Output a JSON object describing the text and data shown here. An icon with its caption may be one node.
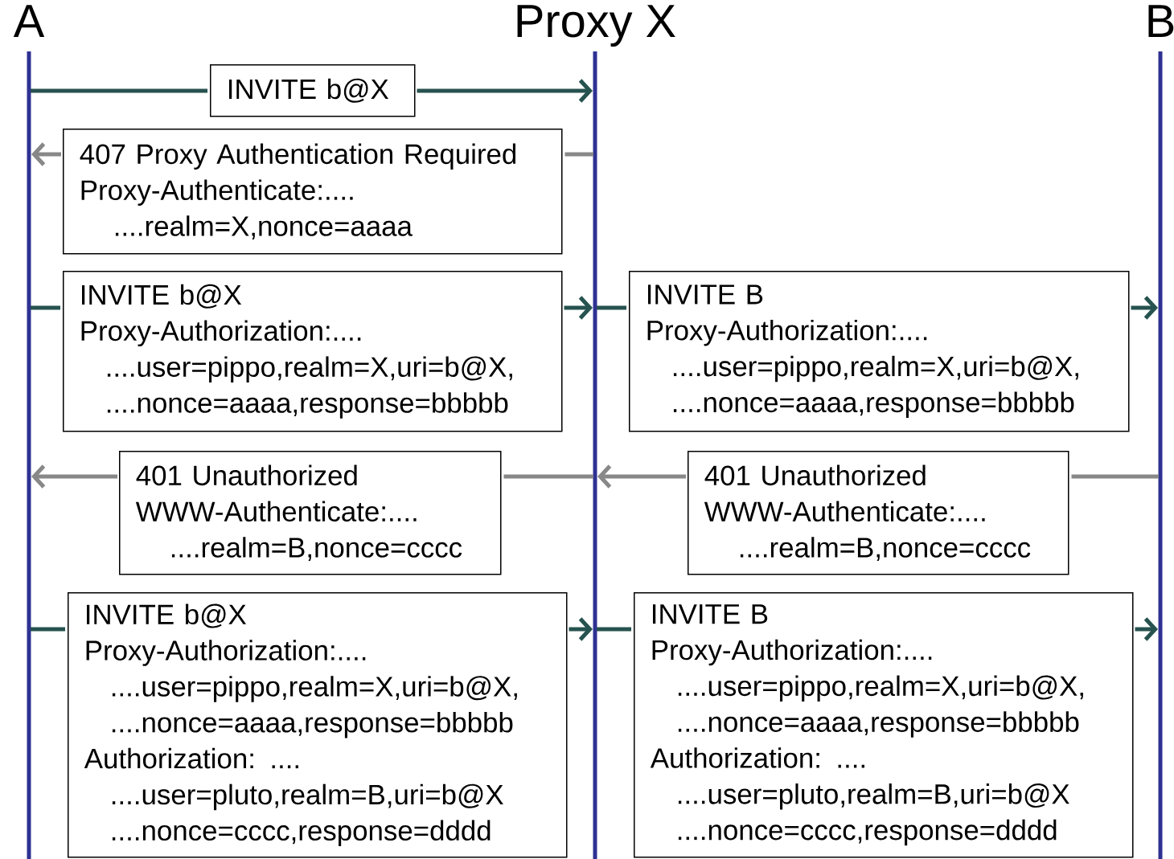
{
  "diagram": {
    "nodes": [
      {
        "text": [
          "A"
        ]
      },
      {
        "text": [
          "Proxy X"
        ]
      },
      {
        "text": [
          "B"
        ]
      },
      {
        "text": [
          "INVITE b@X"
        ]
      },
      {
        "text": [
          "407 Proxy Authentication Required",
          "Proxy-Authenticate:....",
          "....realm=X,nonce=aaaa"
        ]
      },
      {
        "text": [
          "INVITE b@X",
          "Proxy-Authorization:....",
          "....user=pippo,realm=X,uri=b@X,",
          "....nonce=aaaa,response=bbbbb"
        ]
      },
      {
        "text": [
          "INVITE B",
          "Proxy-Authorization:....",
          "....user=pippo,realm=X,uri=b@X,",
          "....nonce=aaaa,response=bbbbb"
        ]
      },
      {
        "text": [
          "401 Unauthorized",
          "WWW-Authenticate:....",
          "....realm=B,nonce=cccc"
        ]
      },
      {
        "text": [
          "401 Unauthorized",
          "WWW-Authenticate:....",
          "....realm=B,nonce=cccc"
        ]
      },
      {
        "text": [
          "INVITE b@X",
          "Proxy-Authorization:....",
          "....user=pippo,realm=X,uri=b@X,",
          "....nonce=aaaa,response=bbbbb",
          "Authorization: ....",
          "....user=pluto,realm=B,uri=b@X",
          "....nonce=cccc,response=dddd"
        ]
      },
      {
        "text": [
          "INVITE B",
          "Proxy-Authorization:....",
          "....user=pippo,realm=X,uri=b@X,",
          "....nonce=aaaa,response=bbbbb",
          "Authorization: ....",
          "....user=pluto,realm=B,uri=b@X",
          "....nonce=cccc,response=dddd"
        ]
      }
    ],
    "edges": [
      {
        "from": 0,
        "to": 3,
        "arrow": "none"
      },
      {
        "from": 3,
        "to": 1,
        "arrow": "to"
      },
      {
        "from": 1,
        "to": 4,
        "arrow": "none",
        "color": "#888888"
      },
      {
        "from": 4,
        "to": 0,
        "arrow": "to",
        "color": "#888888"
      },
      {
        "from": 0,
        "to": 5,
        "arrow": "none"
      },
      {
        "from": 5,
        "to": 1,
        "arrow": "to"
      },
      {
        "from": 1,
        "to": 6,
        "arrow": "none"
      },
      {
        "from": 6,
        "to": 2,
        "arrow": "to"
      },
      {
        "from": 1,
        "to": 7,
        "arrow": "none",
        "color": "#888888"
      },
      {
        "from": 7,
        "to": 0,
        "arrow": "to",
        "color": "#888888"
      },
      {
        "from": 2,
        "to": 8,
        "arrow": "none",
        "color": "#888888"
      },
      {
        "from": 8,
        "to": 1,
        "arrow": "to",
        "color": "#888888"
      },
      {
        "from": 0,
        "to": 9,
        "arrow": "none"
      },
      {
        "from": 9,
        "to": 1,
        "arrow": "to"
      },
      {
        "from": 1,
        "to": 10,
        "arrow": "none"
      },
      {
        "from": 10,
        "to": 2,
        "arrow": "to"
      }
    ]
  }
}
